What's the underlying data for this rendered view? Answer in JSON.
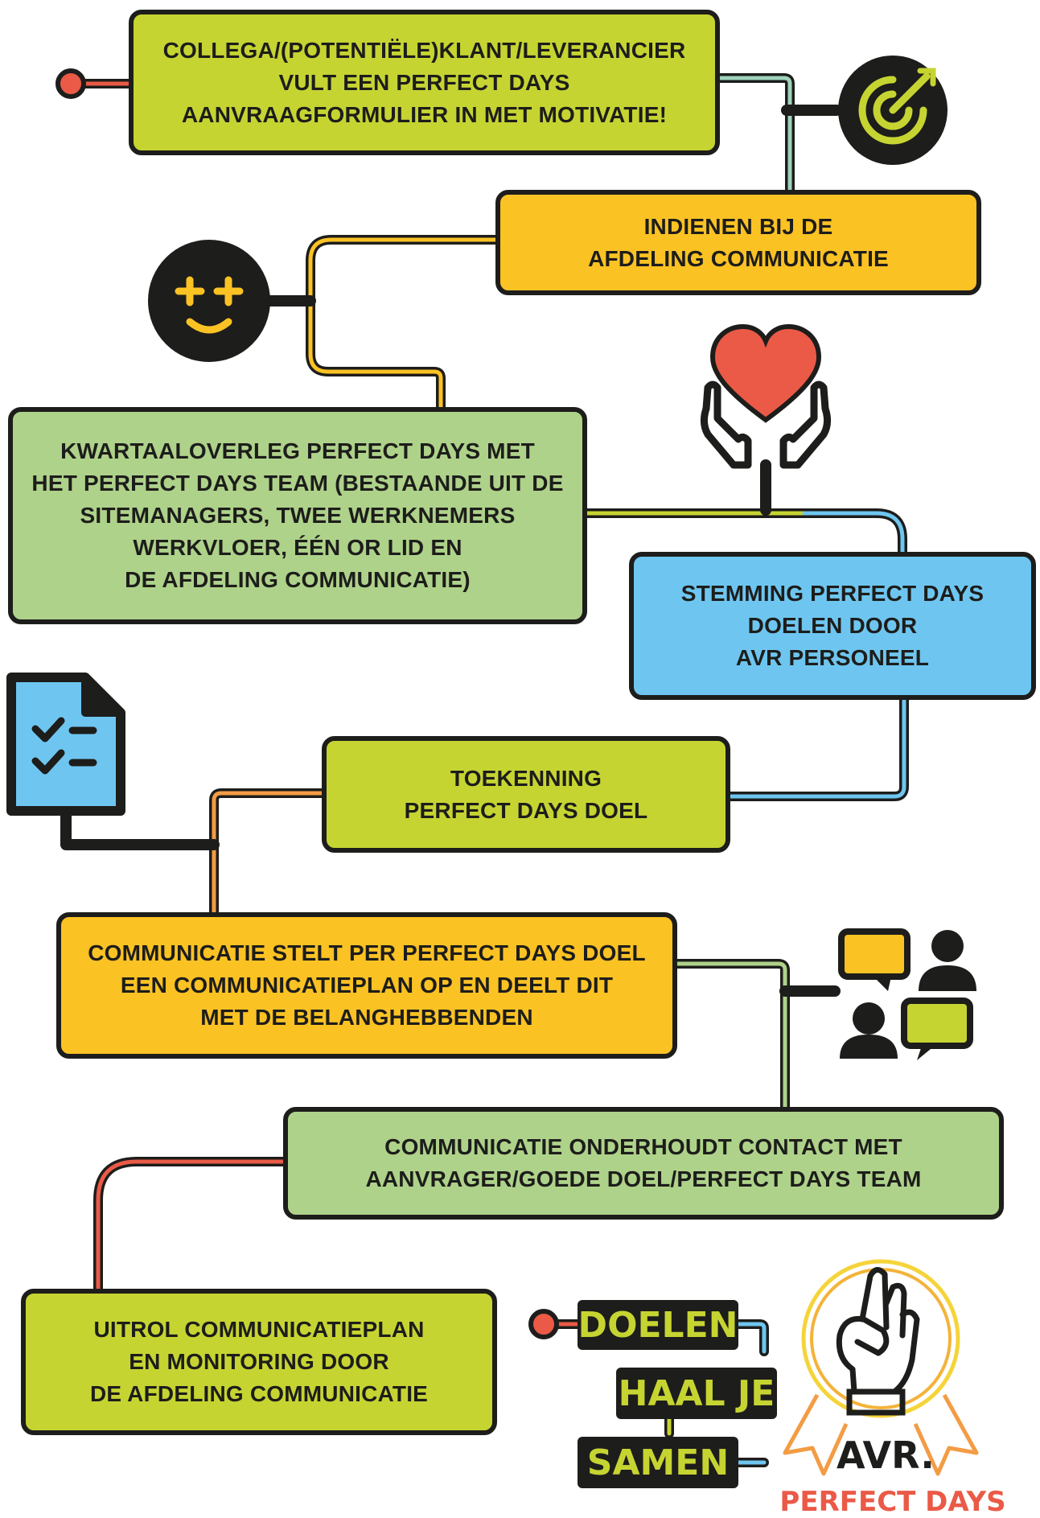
{
  "steps": [
    {
      "id": 1,
      "text": "COLLEGA/(POTENTIËLE)KLANT/LEVERANCIER\nVULT EEN PERFECT DAYS\nAANVRAAGFORMULIER IN MET MOTIVATIE!",
      "color": "#c6d432"
    },
    {
      "id": 2,
      "text": "INDIENEN BIJ DE\nAFDELING COMMUNICATIE",
      "color": "#fbc224"
    },
    {
      "id": 3,
      "text": "KWARTAALOVERLEG PERFECT DAYS MET\nHET PERFECT DAYS TEAM (BESTAANDE UIT DE\nSITEMANAGERS, TWEE WERKNEMERS\nWERKVLOER, ÉÉN OR LID EN\nDE AFDELING COMMUNICATIE)",
      "color": "#aed28a"
    },
    {
      "id": 4,
      "text": "STEMMING PERFECT DAYS\nDOELEN DOOR\nAVR PERSONEEL",
      "color": "#6ec6f0"
    },
    {
      "id": 5,
      "text": "TOEKENNING\nPERFECT DAYS DOEL",
      "color": "#c6d432"
    },
    {
      "id": 6,
      "text": "COMMUNICATIE STELT PER PERFECT DAYS DOEL\nEEN COMMUNICATIEPLAN OP EN DEELT DIT\nMET DE BELANGHEBBENDEN",
      "color": "#fbc224"
    },
    {
      "id": 7,
      "text": "COMMUNICATIE ONDERHOUDT CONTACT MET\nAANVRAGER/GOEDE DOEL/PERFECT DAYS TEAM",
      "color": "#aed28a"
    },
    {
      "id": 8,
      "text": "UITROL COMMUNICATIEPLAN\nEN MONITORING DOOR\nDE AFDELING COMMUNICATIE",
      "color": "#c6d432"
    }
  ],
  "slogan": [
    "DOELEN",
    "HAAL JE",
    "SAMEN"
  ],
  "brand": {
    "name": "AVR.",
    "subtitle": "PERFECT DAYS"
  },
  "icons": [
    "target-icon",
    "smiley-icon",
    "heart-hands-icon",
    "checklist-icon",
    "conversation-icon",
    "ok-hand-badge-icon"
  ],
  "colors": {
    "outline": "#1d1d1b",
    "lime": "#c6d432",
    "yellow": "#fbc224",
    "green": "#aed28a",
    "blue": "#6ec6f0",
    "coral": "#ea5a47",
    "orange": "#f39c45",
    "mint": "#9fd3bc"
  }
}
